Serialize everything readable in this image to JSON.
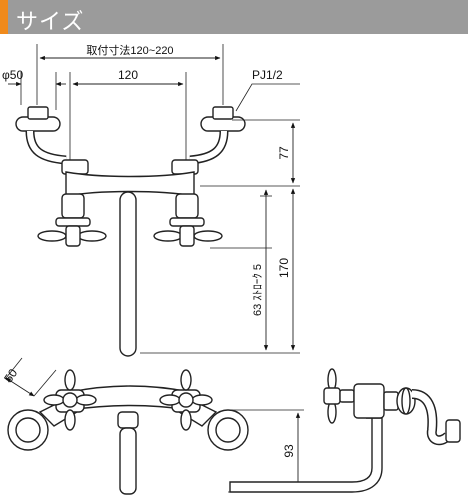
{
  "header": {
    "title": "サイズ"
  },
  "dimensions": {
    "mount_range": "取付寸法120~220",
    "diameter": "φ50",
    "center_distance": "120",
    "pipe_thread": "PJ1/2",
    "height_77": "77",
    "height_170": "170",
    "stroke": "63 ｽﾄﾛｰｸ 5",
    "top_view_50": "50",
    "side_93": "93"
  }
}
